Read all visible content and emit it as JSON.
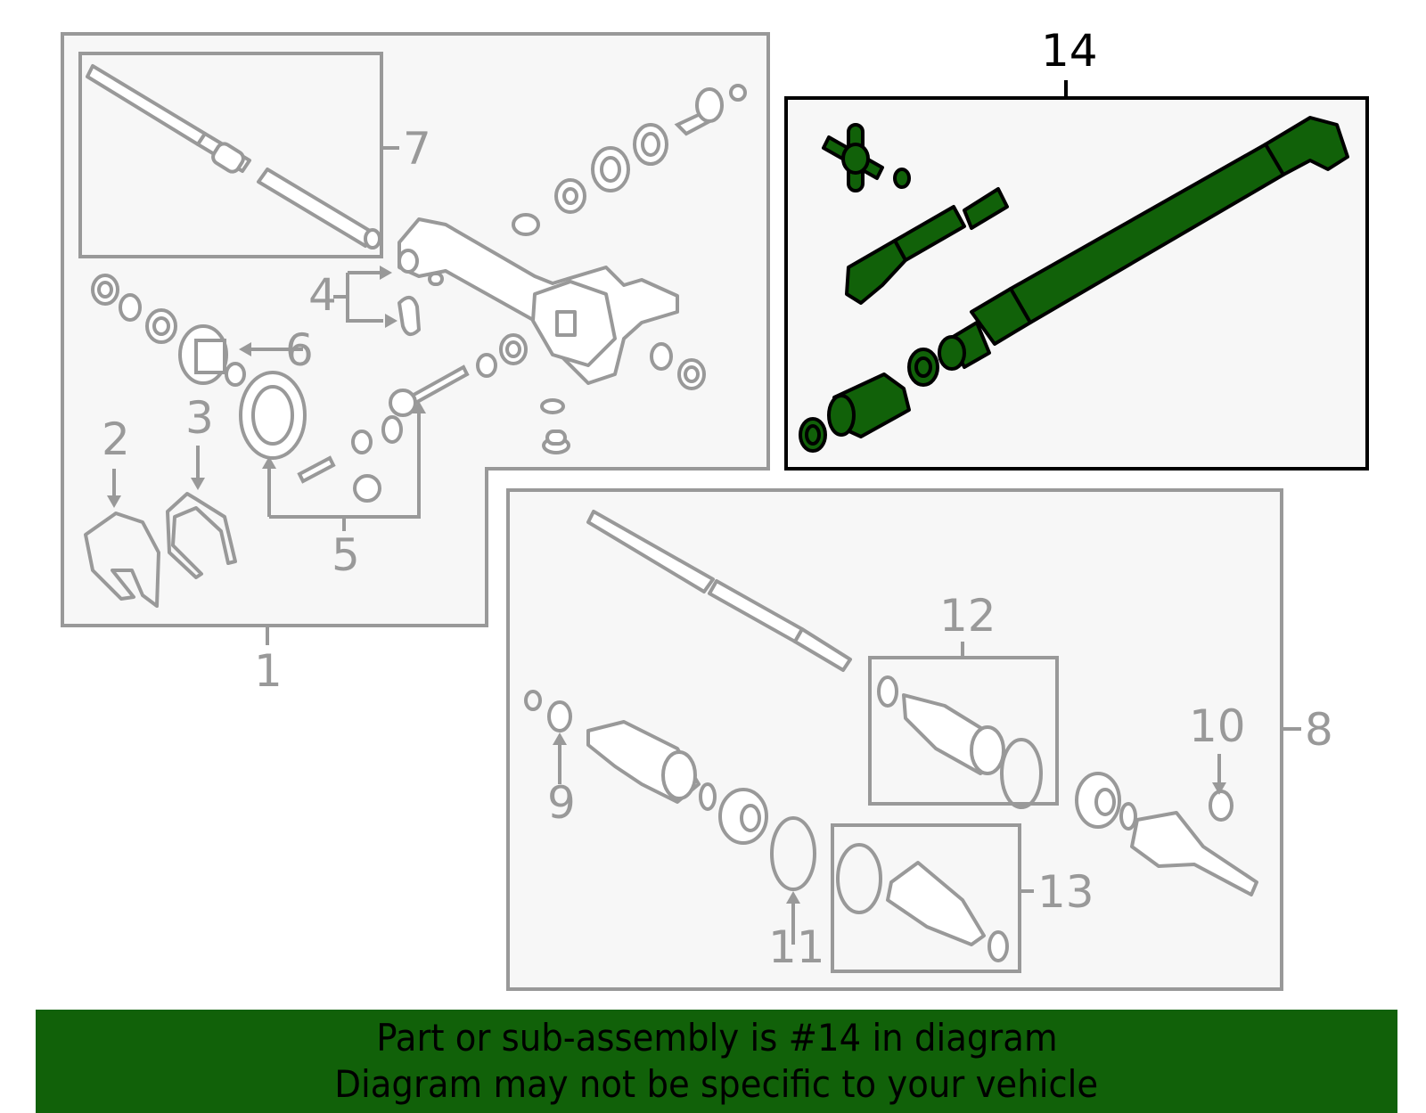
{
  "diagram": {
    "title": "Drive axle / propeller shaft exploded parts diagram",
    "colors": {
      "outline_gray": "#999999",
      "panel_fill": "#f7f7f7",
      "highlight_green": "#116109",
      "highlight_outline": "#000000",
      "banner_bg": "#116109",
      "banner_text": "#000000"
    },
    "highlighted_part": "14",
    "callouts": [
      {
        "id": "1",
        "label": "1",
        "group": "front-differential-assembly"
      },
      {
        "id": "2",
        "label": "2",
        "group": "front-differential-assembly"
      },
      {
        "id": "3",
        "label": "3",
        "group": "front-differential-assembly"
      },
      {
        "id": "4",
        "label": "4",
        "group": "front-differential-assembly"
      },
      {
        "id": "5",
        "label": "5",
        "group": "front-differential-assembly"
      },
      {
        "id": "6",
        "label": "6",
        "group": "front-differential-assembly"
      },
      {
        "id": "7",
        "label": "7",
        "group": "front-differential-assembly"
      },
      {
        "id": "8",
        "label": "8",
        "group": "axle-shaft-assembly"
      },
      {
        "id": "9",
        "label": "9",
        "group": "axle-shaft-assembly"
      },
      {
        "id": "10",
        "label": "10",
        "group": "axle-shaft-assembly"
      },
      {
        "id": "11",
        "label": "11",
        "group": "axle-shaft-assembly"
      },
      {
        "id": "12",
        "label": "12",
        "group": "axle-shaft-assembly"
      },
      {
        "id": "13",
        "label": "13",
        "group": "axle-shaft-assembly"
      },
      {
        "id": "14",
        "label": "14",
        "group": "drive-shaft-assembly"
      }
    ]
  },
  "banner": {
    "line1": "Part or sub-assembly is #14 in diagram",
    "line2": "Diagram may not be specific to your vehicle"
  }
}
